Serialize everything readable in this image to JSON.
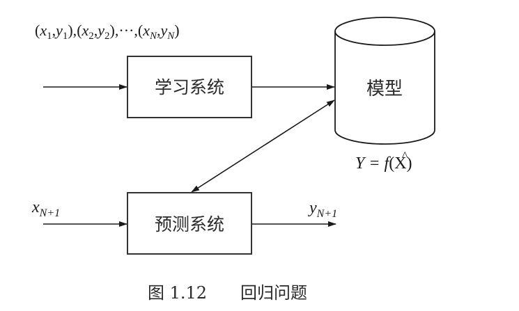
{
  "diagram": {
    "training_data_label": {
      "open1": "(",
      "x1": "x",
      "x1_sub": "1",
      "comma1": ",",
      "y1": "y",
      "y1_sub": "1",
      "close1": "),",
      "open2": "(",
      "x2": "x",
      "x2_sub": "2",
      "comma2": ",",
      "y2": "y",
      "y2_sub": "2",
      "close2": "),",
      "ellipsis": "···,",
      "openN": "(",
      "xN": "x",
      "xN_sub": "N",
      "commaN": ",",
      "yN": "y",
      "yN_sub": "N",
      "closeN": ")"
    },
    "learning_system": {
      "label": "学习系统"
    },
    "model": {
      "label": "模型",
      "formula_lhs": "Y = ",
      "formula_f": "f",
      "formula_hat": "^",
      "formula_rhs": "(X)"
    },
    "prediction_system": {
      "label": "预测系统"
    },
    "input_label": {
      "var": "x",
      "sub": "N+1"
    },
    "output_label": {
      "var": "y",
      "sub": "N+1"
    },
    "caption": {
      "figure_number": "图 1.12",
      "title": "回归问题"
    }
  }
}
